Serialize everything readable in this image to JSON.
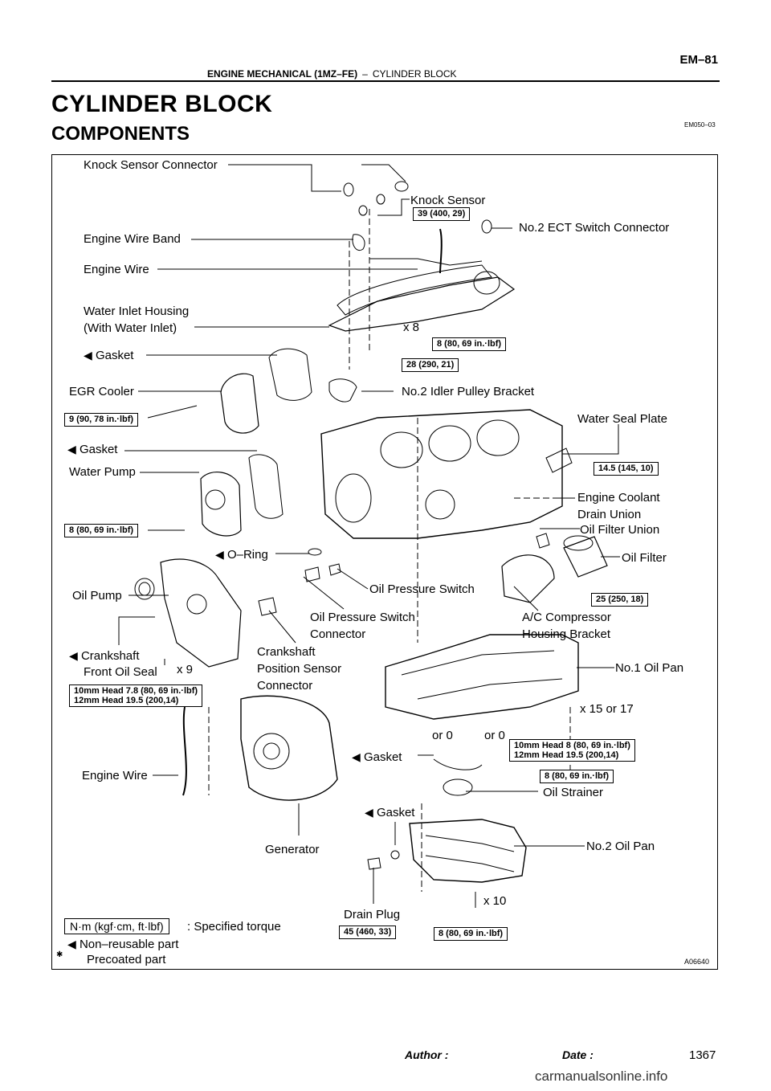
{
  "header": {
    "section": "ENGINE MECHANICAL (1MZ–FE)",
    "separator": "–",
    "subsection": "CYLINDER BLOCK",
    "page_ref": "EM–81"
  },
  "title": "CYLINDER BLOCK",
  "subtitle": "COMPONENTS",
  "doc_code": "EM050–03",
  "diagram_code": "A06640",
  "labels": {
    "knock_sensor_connector": "Knock Sensor Connector",
    "knock_sensor": "Knock Sensor",
    "no2_ect_switch_connector": "No.2 ECT Switch Connector",
    "engine_wire_band": "Engine Wire Band",
    "engine_wire_top": "Engine Wire",
    "water_inlet_housing": "Water Inlet Housing",
    "with_water_inlet": "(With Water Inlet)",
    "x8": "x 8",
    "gasket1": "Gasket",
    "egr_cooler": "EGR Cooler",
    "no2_idler_pulley_bracket": "No.2 Idler Pulley Bracket",
    "water_seal_plate": "Water Seal Plate",
    "gasket2": "Gasket",
    "water_pump": "Water Pump",
    "engine_coolant": "Engine Coolant",
    "drain_union": "Drain Union",
    "oil_filter_union": "Oil Filter Union",
    "o_ring": "O–Ring",
    "oil_filter": "Oil Filter",
    "oil_pressure_switch": "Oil Pressure Switch",
    "oil_pump": "Oil Pump",
    "oil_pressure_switch_connector_1": "Oil Pressure Switch",
    "oil_pressure_switch_connector_2": "Connector",
    "ac_compressor_1": "A/C Compressor",
    "ac_compressor_2": "Housing Bracket",
    "crankshaft_front_1": "Crankshaft",
    "crankshaft_front_2": "Front Oil Seal",
    "crank_pos_1": "Crankshaft",
    "crank_pos_2": "Position Sensor",
    "crank_pos_3": "Connector",
    "x9": "x 9",
    "no1_oil_pan": "No.1 Oil Pan",
    "x15or17": "x 15 or 17",
    "or0_a": "or 0",
    "or0_b": "or 0",
    "gasket3": "Gasket",
    "engine_wire_bottom": "Engine Wire",
    "oil_strainer": "Oil Strainer",
    "gasket4": "Gasket",
    "generator": "Generator",
    "no2_oil_pan": "No.2 Oil Pan",
    "x10": "x 10",
    "drain_plug": "Drain Plug"
  },
  "torques": {
    "t39": "39 (400, 29)",
    "t8_water_inlet": "8 (80, 69 in.·lbf)",
    "t28": "28 (290, 21)",
    "t9": "9 (90, 78 in.·lbf)",
    "t14_5": "14.5 (145, 10)",
    "t8_water_pump": "8 (80, 69 in.·lbf)",
    "t25": "25 (250, 18)",
    "t10mm_a": "10mm Head 7.8 (80, 69 in.·lbf)",
    "t12mm_a": "12mm Head 19.5 (200,14)",
    "t10mm_b": "10mm Head 8 (80, 69 in.·lbf)",
    "t12mm_b": "12mm Head 19.5 (200,14)",
    "t8_strainer": "8 (80, 69 in.·lbf)",
    "t45": "45 (460, 33)",
    "t8_oilpan": "8 (80, 69 in.·lbf)"
  },
  "legend": {
    "torque_unit": "N·m (kgf·cm, ft·lbf)",
    "torque_desc": ": Specified torque",
    "non_reusable": "Non–reusable part",
    "precoated": "Precoated part"
  },
  "footer": {
    "author_label": "Author :",
    "date_label": "Date :",
    "page_number": "1367",
    "watermark": "carmanualsonline.info"
  }
}
